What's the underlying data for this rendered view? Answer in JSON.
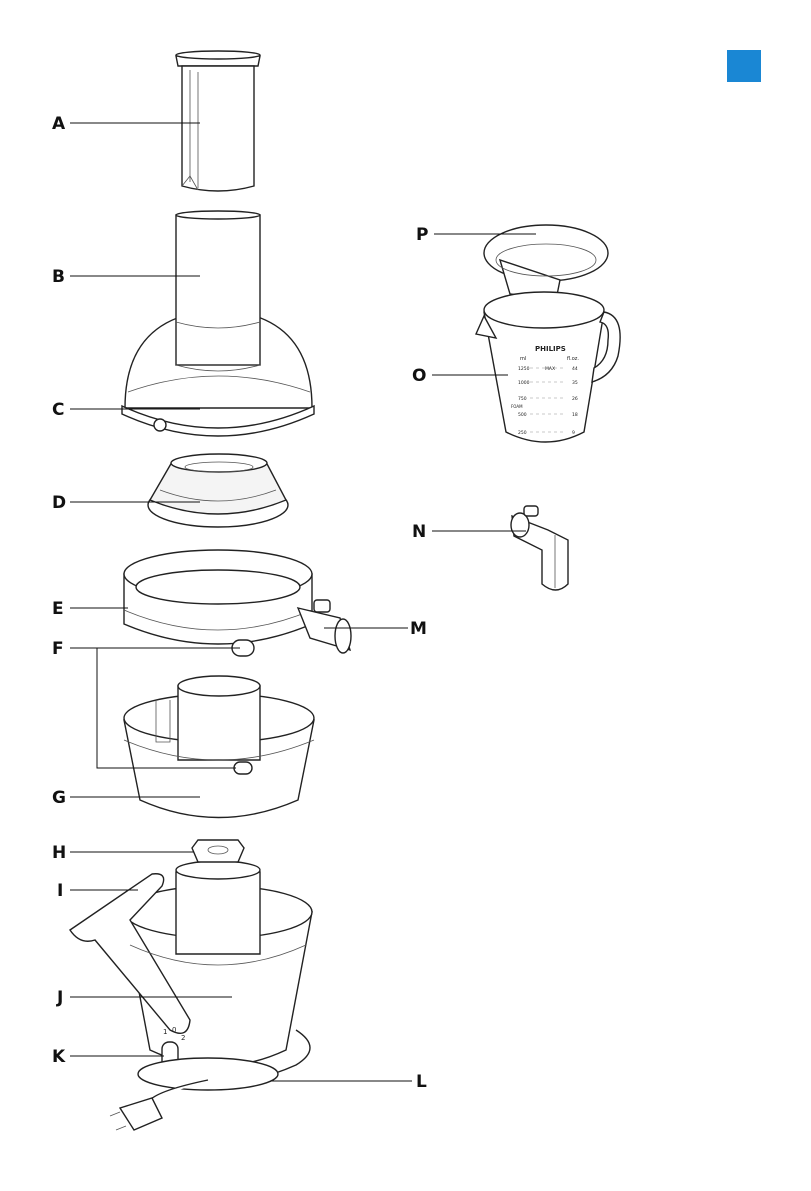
{
  "accent_color": "#1a87d4",
  "labels": {
    "A": "A",
    "B": "B",
    "C": "C",
    "D": "D",
    "E": "E",
    "F": "F",
    "G": "G",
    "H": "H",
    "I": "I",
    "J": "J",
    "K": "K",
    "L": "L",
    "M": "M",
    "N": "N",
    "O": "O",
    "P": "P"
  },
  "jug": {
    "brand": "PHILIPS",
    "unit_left": "ml",
    "unit_right": "fl.oz.",
    "max": "MAX",
    "ml_marks": [
      "1250",
      "1000",
      "750",
      "500",
      "250"
    ],
    "oz_marks": [
      "44",
      "35",
      "26",
      "18",
      "9"
    ],
    "foam": "FOAM"
  },
  "switch_marks": [
    "1",
    "0",
    "2"
  ]
}
